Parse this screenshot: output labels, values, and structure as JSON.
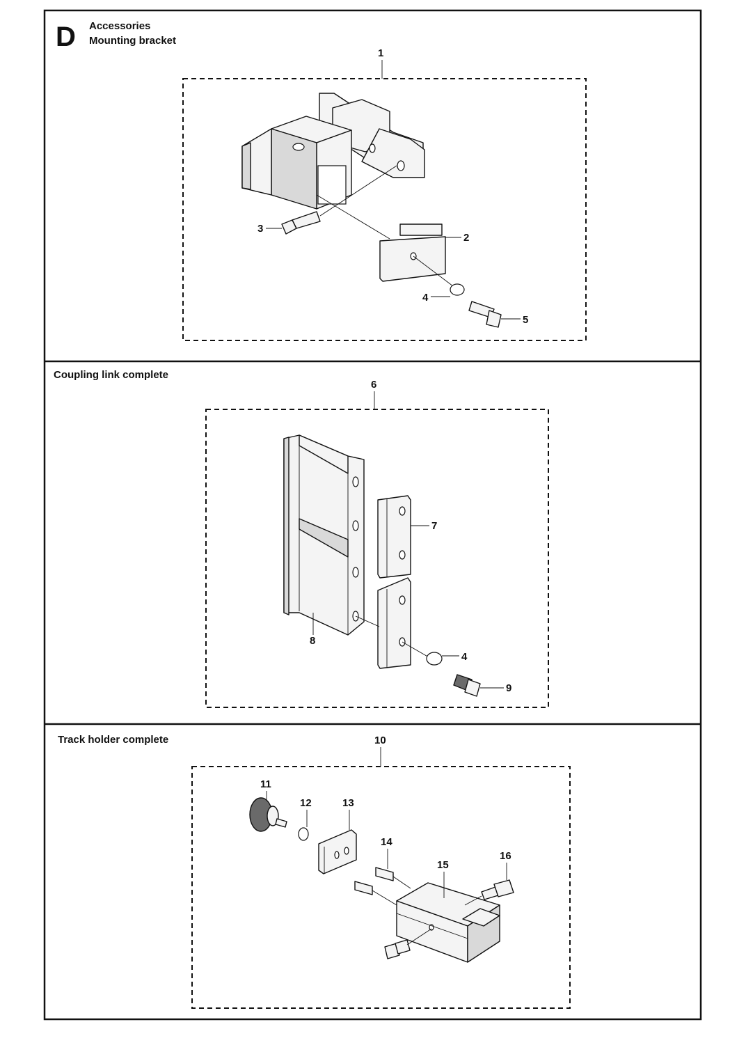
{
  "page": {
    "section_letter": "D",
    "title_line1": "Accessories",
    "title_line2": "Mounting bracket"
  },
  "panels": [
    {
      "name": "mounting-bracket",
      "title": "",
      "assembly_number": "1",
      "callouts": [
        "2",
        "3",
        "4",
        "5"
      ]
    },
    {
      "name": "coupling-link",
      "title": "Coupling link complete",
      "assembly_number": "6",
      "callouts": [
        "7",
        "8",
        "4",
        "9"
      ]
    },
    {
      "name": "track-holder",
      "title": "Track holder complete",
      "assembly_number": "10",
      "callouts": [
        "11",
        "12",
        "13",
        "14",
        "15",
        "16"
      ]
    }
  ]
}
